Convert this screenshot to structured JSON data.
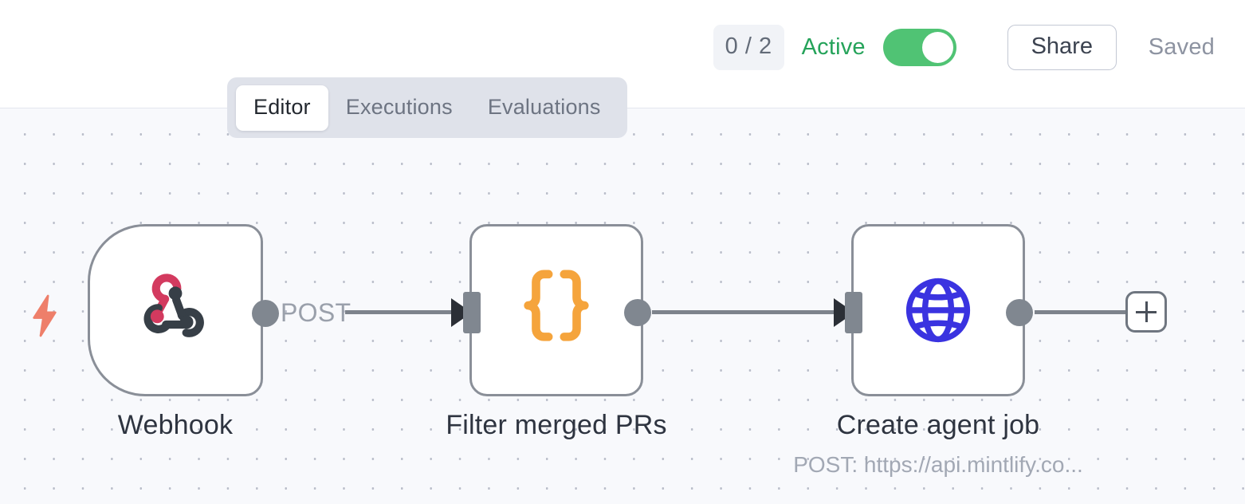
{
  "header": {
    "run_count_badge": "0 / 2",
    "active_label": "Active",
    "toggle_state": "on",
    "share_label": "Share",
    "saved_label": "Saved",
    "active_color": "#25a35a",
    "toggle_on_color": "#50c374"
  },
  "tabs": [
    {
      "label": "Editor",
      "active": true
    },
    {
      "label": "Executions",
      "active": false
    },
    {
      "label": "Evaluations",
      "active": false
    }
  ],
  "canvas": {
    "background_color": "#f8f9fc",
    "grid": "dots",
    "nodes": [
      {
        "id": "webhook",
        "label": "Webhook",
        "sublabel": "",
        "icon": "webhook-icon",
        "shape": "trigger",
        "icon_colors": {
          "primary": "#d33a5f",
          "secondary": "#373f47"
        }
      },
      {
        "id": "filter",
        "label": "Filter merged PRs",
        "sublabel": "",
        "icon": "curly-braces-icon",
        "shape": "standard",
        "icon_colors": {
          "primary": "#f5a43c"
        }
      },
      {
        "id": "http",
        "label": "Create agent job",
        "sublabel": "POST: https://api.mintlify.co...",
        "icon": "globe-icon",
        "shape": "standard",
        "icon_colors": {
          "primary": "#3a33e0"
        }
      }
    ],
    "edges": [
      {
        "from": "webhook",
        "to": "filter",
        "label": "POST"
      },
      {
        "from": "filter",
        "to": "http",
        "label": ""
      }
    ],
    "add_node_button": "+",
    "trigger_marker": "lightning-bolt-icon",
    "trigger_marker_color": "#ee7f6a"
  }
}
